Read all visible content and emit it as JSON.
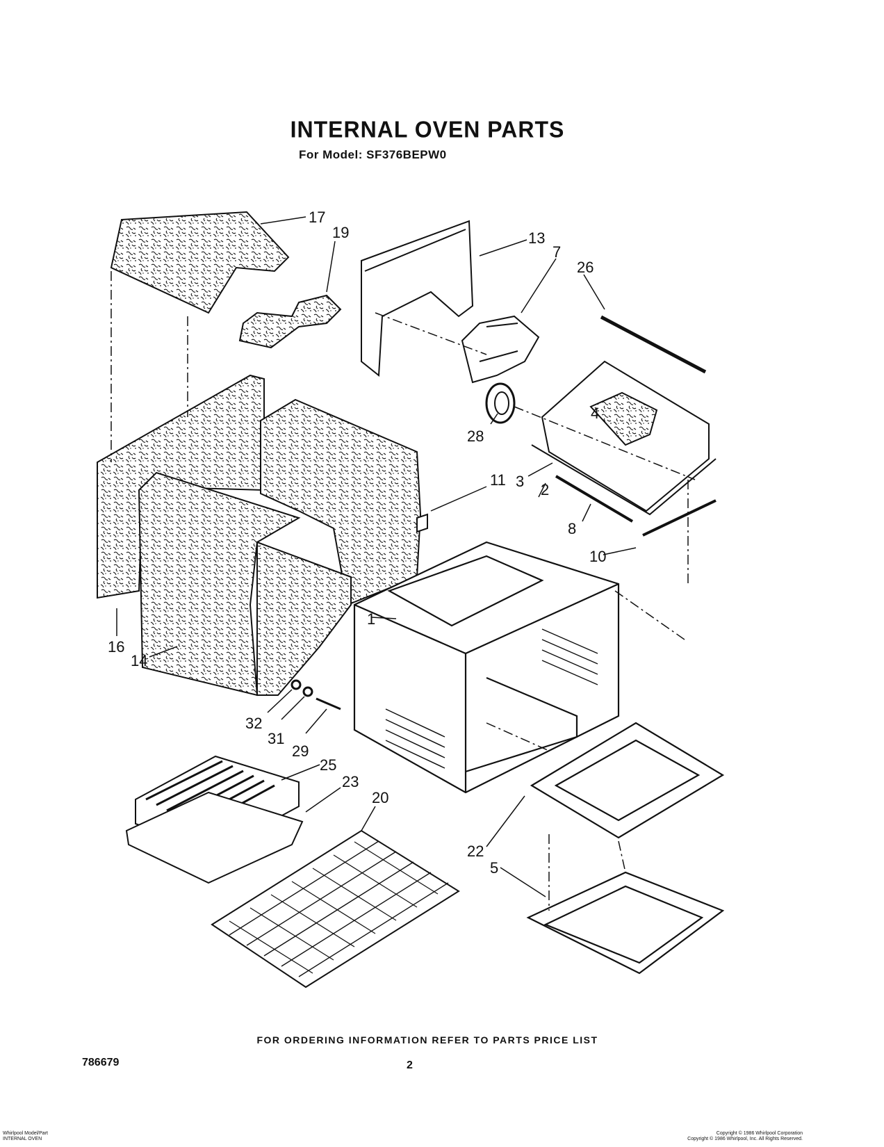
{
  "header": {
    "title": "INTERNAL OVEN PARTS",
    "model_line": "For Model: SF376BEPW0"
  },
  "callouts": [
    {
      "id": "c17",
      "label": "17"
    },
    {
      "id": "c19",
      "label": "19"
    },
    {
      "id": "c13",
      "label": "13"
    },
    {
      "id": "c7",
      "label": "7"
    },
    {
      "id": "c26",
      "label": "26"
    },
    {
      "id": "c4",
      "label": "4"
    },
    {
      "id": "c28",
      "label": "28"
    },
    {
      "id": "c11",
      "label": "11"
    },
    {
      "id": "c3",
      "label": "3"
    },
    {
      "id": "c2",
      "label": "2"
    },
    {
      "id": "c8",
      "label": "8"
    },
    {
      "id": "c10",
      "label": "10"
    },
    {
      "id": "c1",
      "label": "1"
    },
    {
      "id": "c16",
      "label": "16"
    },
    {
      "id": "c14",
      "label": "14"
    },
    {
      "id": "c32",
      "label": "32"
    },
    {
      "id": "c31",
      "label": "31"
    },
    {
      "id": "c29",
      "label": "29"
    },
    {
      "id": "c25",
      "label": "25"
    },
    {
      "id": "c23",
      "label": "23"
    },
    {
      "id": "c20",
      "label": "20"
    },
    {
      "id": "c22",
      "label": "22"
    },
    {
      "id": "c5",
      "label": "5"
    }
  ],
  "footer": {
    "ordering_note": "FOR ORDERING INFORMATION REFER TO PARTS PRICE LIST",
    "doc_number": "786679",
    "page_number": "2",
    "fine_print_left": [
      "Whirlpool Model/Part",
      "INTERNAL OVEN"
    ],
    "fine_print_right": [
      "Copyright © 1986 Whirlpool Corporation",
      "Copyright © 1986 Whirlpool, Inc. All Rights Reserved."
    ]
  }
}
